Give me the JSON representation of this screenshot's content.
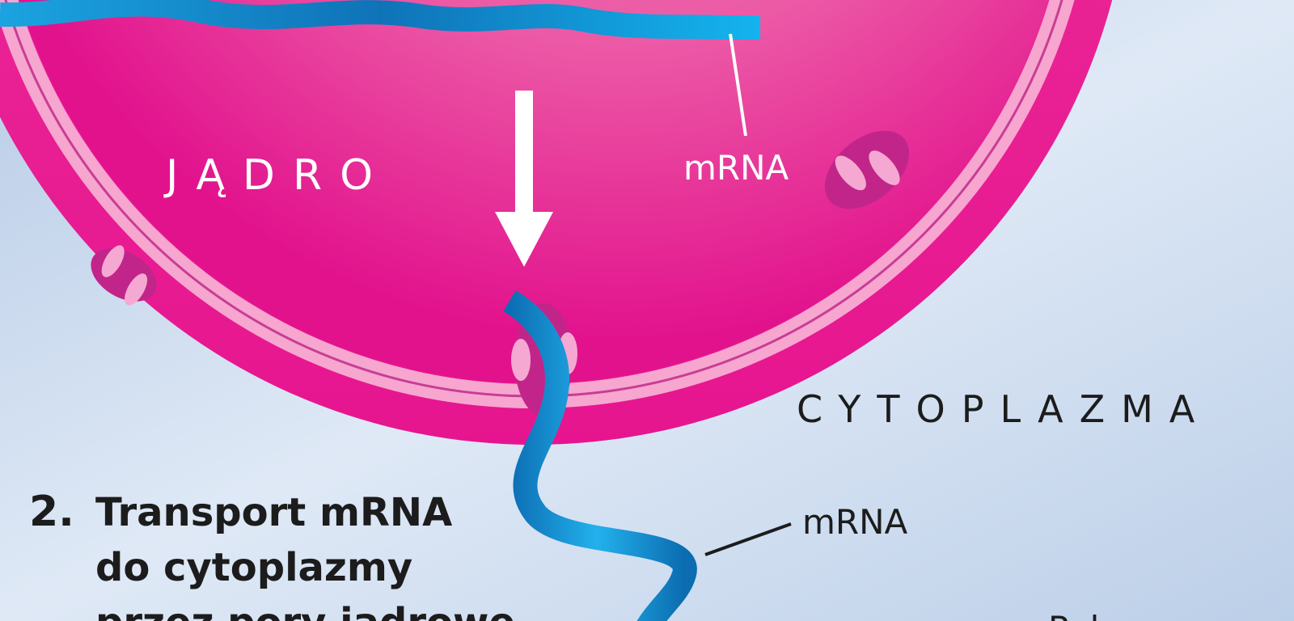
{
  "labels": {
    "nucleus": "JĄDRO",
    "cytoplasm": "CYTOPLAZMA",
    "mrna_nucleus": "mRNA",
    "mrna_cytoplasm": "mRNA",
    "ribosome_partial": "Rybosom"
  },
  "step": {
    "number": "2.",
    "line1": "Transport mRNA",
    "line2": "do cytoplazmy",
    "line3": "przez pory jądrowe"
  },
  "colors": {
    "background": "#c9daee",
    "nucleus_fill": "#e60d8c",
    "nuclear_envelope": "#f48fc4",
    "pore": "#c2258a",
    "mrna": "#1aa7e4",
    "mrna_dark": "#0f6fb4",
    "arrow": "#ffffff"
  }
}
